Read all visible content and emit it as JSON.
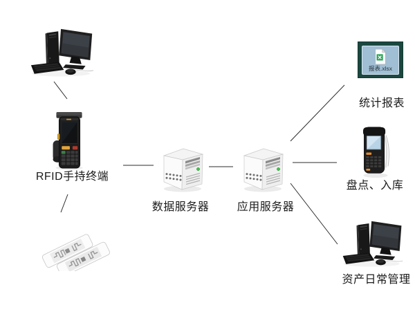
{
  "diagram": {
    "background": "#ffffff",
    "line_color": "#2b2b2b",
    "text_color": "#1b1b1b",
    "nodes": {
      "management_pc": {
        "icon": "desktop-computer-icon"
      },
      "rfid_terminal": {
        "label": "RFID手持终端",
        "icon": "rfid-handheld-terminal-icon"
      },
      "rfid_tags": {
        "icon": "rfid-tag-icon"
      },
      "data_server": {
        "label": "数据服务器",
        "icon": "server-tower-icon"
      },
      "app_server": {
        "label": "应用服务器",
        "icon": "server-tower-icon"
      },
      "stats_report": {
        "label": "统计报表",
        "file_name": "报表.xlsx",
        "icon": "excel-file-icon"
      },
      "inventory": {
        "label": "盘点、入库",
        "icon": "barcode-scanner-icon"
      },
      "asset_management": {
        "label": "资产日常管理",
        "icon": "desktop-computer-icon"
      }
    },
    "connections": [
      {
        "from": "management_pc",
        "to": "rfid_terminal"
      },
      {
        "from": "rfid_terminal",
        "to": "rfid_tags"
      },
      {
        "from": "rfid_terminal",
        "to": "data_server"
      },
      {
        "from": "data_server",
        "to": "app_server"
      },
      {
        "from": "app_server",
        "to": "stats_report"
      },
      {
        "from": "app_server",
        "to": "inventory"
      },
      {
        "from": "app_server",
        "to": "asset_management"
      }
    ],
    "colors": {
      "excel_desktop_bg": "#1b473f",
      "excel_logo_green": "#28a457",
      "server_led_green": "#45c24d",
      "scanner_screen_blue": "#b9d3e6",
      "terminal_key_orange": "#e2a43c",
      "terminal_key_red": "#b03a2e",
      "terminal_key_green": "#3f7f46"
    }
  }
}
